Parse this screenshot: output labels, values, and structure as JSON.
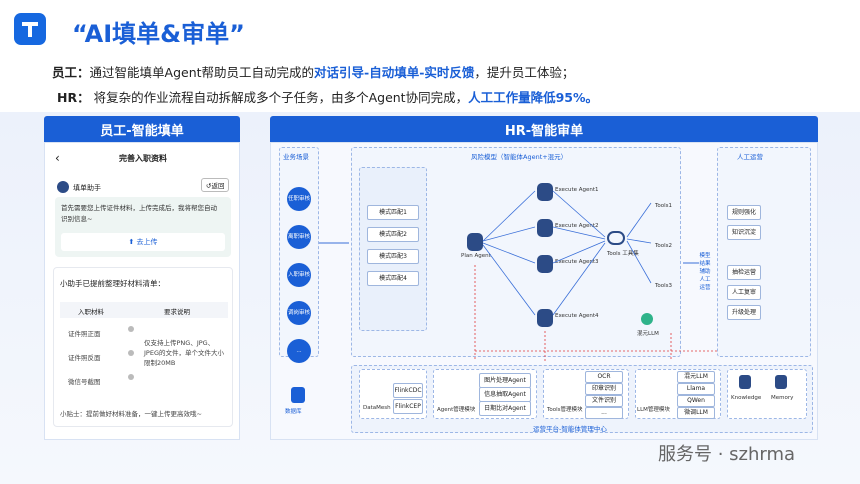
{
  "title": "“AI填单&审单”",
  "intro": {
    "line1": {
      "label": "员工：",
      "text": "通过智能填单Agent帮助员工自动完成的",
      "highlight": "对话引导-自动填单-实时反馈",
      "tail": "，提升员工体验；"
    },
    "line2": {
      "label": "HR：",
      "text": "将复杂的作业流程自动拆解成多个子任务，由多个Agent协同完成，",
      "highlight": "人工工作量降低95%。"
    }
  },
  "left": {
    "header": "员工-智能填单",
    "page_title": "完善入职资料",
    "back_label": "返回",
    "assistant_name": "填单助手",
    "assistant_msg": "首先需要您上传证件材料，上传完成后，我将帮您自动识别信息~",
    "upload_label": "去上传",
    "checklist_title": "小助手已提前整理好材料清单：",
    "table_headers": [
      "入职材料",
      "要求说明"
    ],
    "table_rows": [
      "证件照正面",
      "证件照反面",
      "微信号截图"
    ],
    "requirement": "仅支持上传PNG、JPG、JPEG的文件，单个文件大小限制20MB",
    "tip": "小贴士：提前做好材料准备，一键上传更高效哦~"
  },
  "right": {
    "header": "HR-智能审单",
    "biz_title": "业务场景",
    "biz_items": [
      "任职审核",
      "离职审核",
      "入职审核",
      "调岗审核",
      "..."
    ],
    "db_label": "数据库",
    "risk_title": "风险模型（智能体Agent+混元）",
    "patterns": [
      "模式匹配1",
      "模式匹配2",
      "模式匹配3",
      "模式匹配4"
    ],
    "plan_agent": "Plan Agent",
    "exec_agents": [
      "Execute Agent1",
      "Execute Agent2",
      "Execute Agent3",
      "Execute Agent4"
    ],
    "tools_hub": "Tools 工具集",
    "tools": [
      "Tools1",
      "Tools2",
      "Tools3"
    ],
    "hunyuan": "混元LLM",
    "manual_title": "人工运营",
    "manual_items": [
      "规则强化",
      "知识沉淀",
      "抽检运营",
      "人工复审",
      "升级处理"
    ],
    "side_label": "模型结果辅助人工运营",
    "platform_label": "运营平台-智能体管理中心",
    "flink": [
      "FlinkCDC",
      "FlinkCEP"
    ],
    "datamesh": "DataMesh",
    "agent_mgmt": "Agent管理模块",
    "agent_items": [
      "图片处理Agent",
      "信息抽取Agent",
      "日期比对Agent"
    ],
    "tools_mgmt": "Tools管理模块",
    "tools_items": [
      "OCR",
      "印章识别",
      "文件识别",
      "..."
    ],
    "llm_mgmt": "LLM管理模块",
    "llm_items": [
      "混元LLM",
      "Llama",
      "QWen",
      "微调LLM"
    ],
    "knowledge": "Knowledge",
    "memory": "Memory"
  },
  "watermark": "服务号 · szhrma",
  "colors": {
    "brand": "#1a5fd6",
    "accent_red": "#e03a3a",
    "dark_agent": "#2c4b86"
  }
}
